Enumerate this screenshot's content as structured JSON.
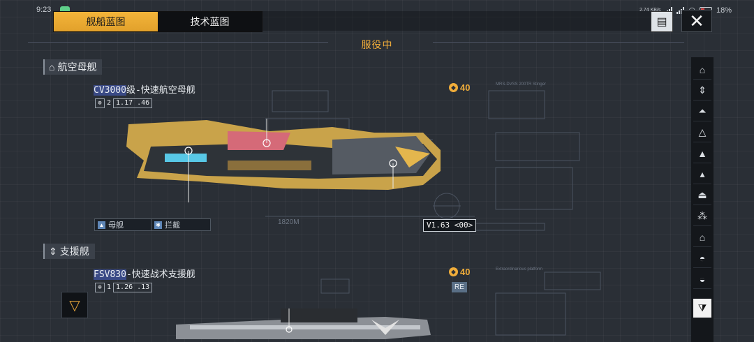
{
  "status_bar": {
    "time": "9:23",
    "speed": "2.74 KB/s",
    "battery": "18%"
  },
  "tabs": [
    {
      "label": "舰船蓝图",
      "active": true
    },
    {
      "label": "技术蓝图",
      "active": false
    }
  ],
  "section_title": "服役中",
  "categories": [
    {
      "label": "航空母舰",
      "ship": {
        "name_prefix": "CV3000",
        "name_suffix": "级-快速航空母舰",
        "level": "2",
        "stat": "1.17 .46",
        "cost": "40",
        "tags": [
          "母舰",
          "拦截"
        ],
        "version": "V1.63 <00>",
        "length_label": "1820M"
      }
    },
    {
      "label": "支援舰",
      "ship": {
        "name_prefix": "FSV830",
        "name_suffix": "-快速战术支援舰",
        "level": "1",
        "stat": "1.26 .13",
        "cost": "40",
        "badge": "RE"
      }
    }
  ],
  "schematic_label_1": "MRS-DVSS 200TR Stinger",
  "schematic_label_2": "Extraordinarious platform",
  "sidebar_icons": [
    "carrier-icon",
    "support-icon",
    "cruiser-icon",
    "destroyer-icon",
    "frigate-icon",
    "corvette-icon",
    "fighter-icon",
    "drone-icon",
    "station-icon",
    "platform-icon",
    "dome-icon",
    "filter-icon"
  ],
  "colors": {
    "accent": "#f0ad3a",
    "background": "#2a2f36"
  }
}
